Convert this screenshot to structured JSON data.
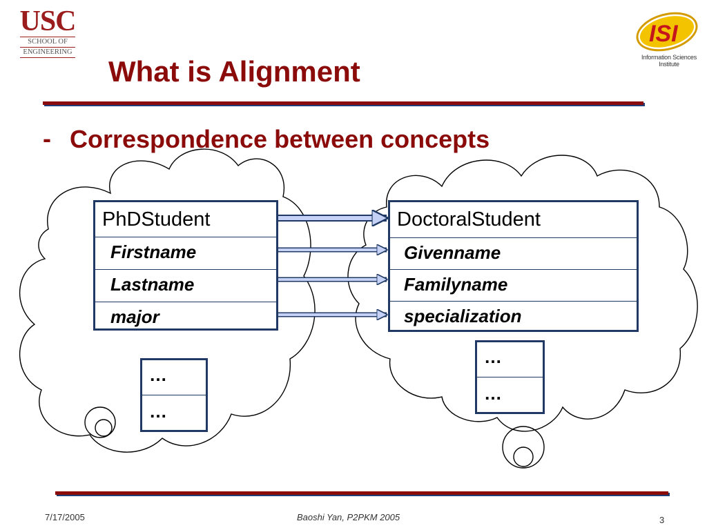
{
  "logos": {
    "usc_main": "USC",
    "usc_line1": "SCHOOL OF",
    "usc_line2": "ENGINEERING",
    "isi_mark": "ISI",
    "isi_name": "Information Sciences Institute"
  },
  "slide": {
    "title": "What is Alignment",
    "bullet_marker": "-",
    "bullet": "Correspondence between concepts"
  },
  "left_concept": {
    "name": "PhDStudent",
    "attributes": [
      "Firstname",
      "Lastname",
      "major"
    ],
    "more": [
      "…",
      "…"
    ]
  },
  "right_concept": {
    "name": "DoctoralStudent",
    "attributes": [
      "Givenname",
      "Familyname",
      "specialization"
    ],
    "more": [
      "…",
      "…"
    ]
  },
  "footer": {
    "date": "7/17/2005",
    "author": "Baoshi Yan, P2PKM 2005",
    "page": "3"
  },
  "colors": {
    "title_red": "#8b0a0a",
    "table_border": "#1f3864",
    "arrow_fill": "#c6d2f5",
    "isi_yellow": "#f3c300"
  }
}
